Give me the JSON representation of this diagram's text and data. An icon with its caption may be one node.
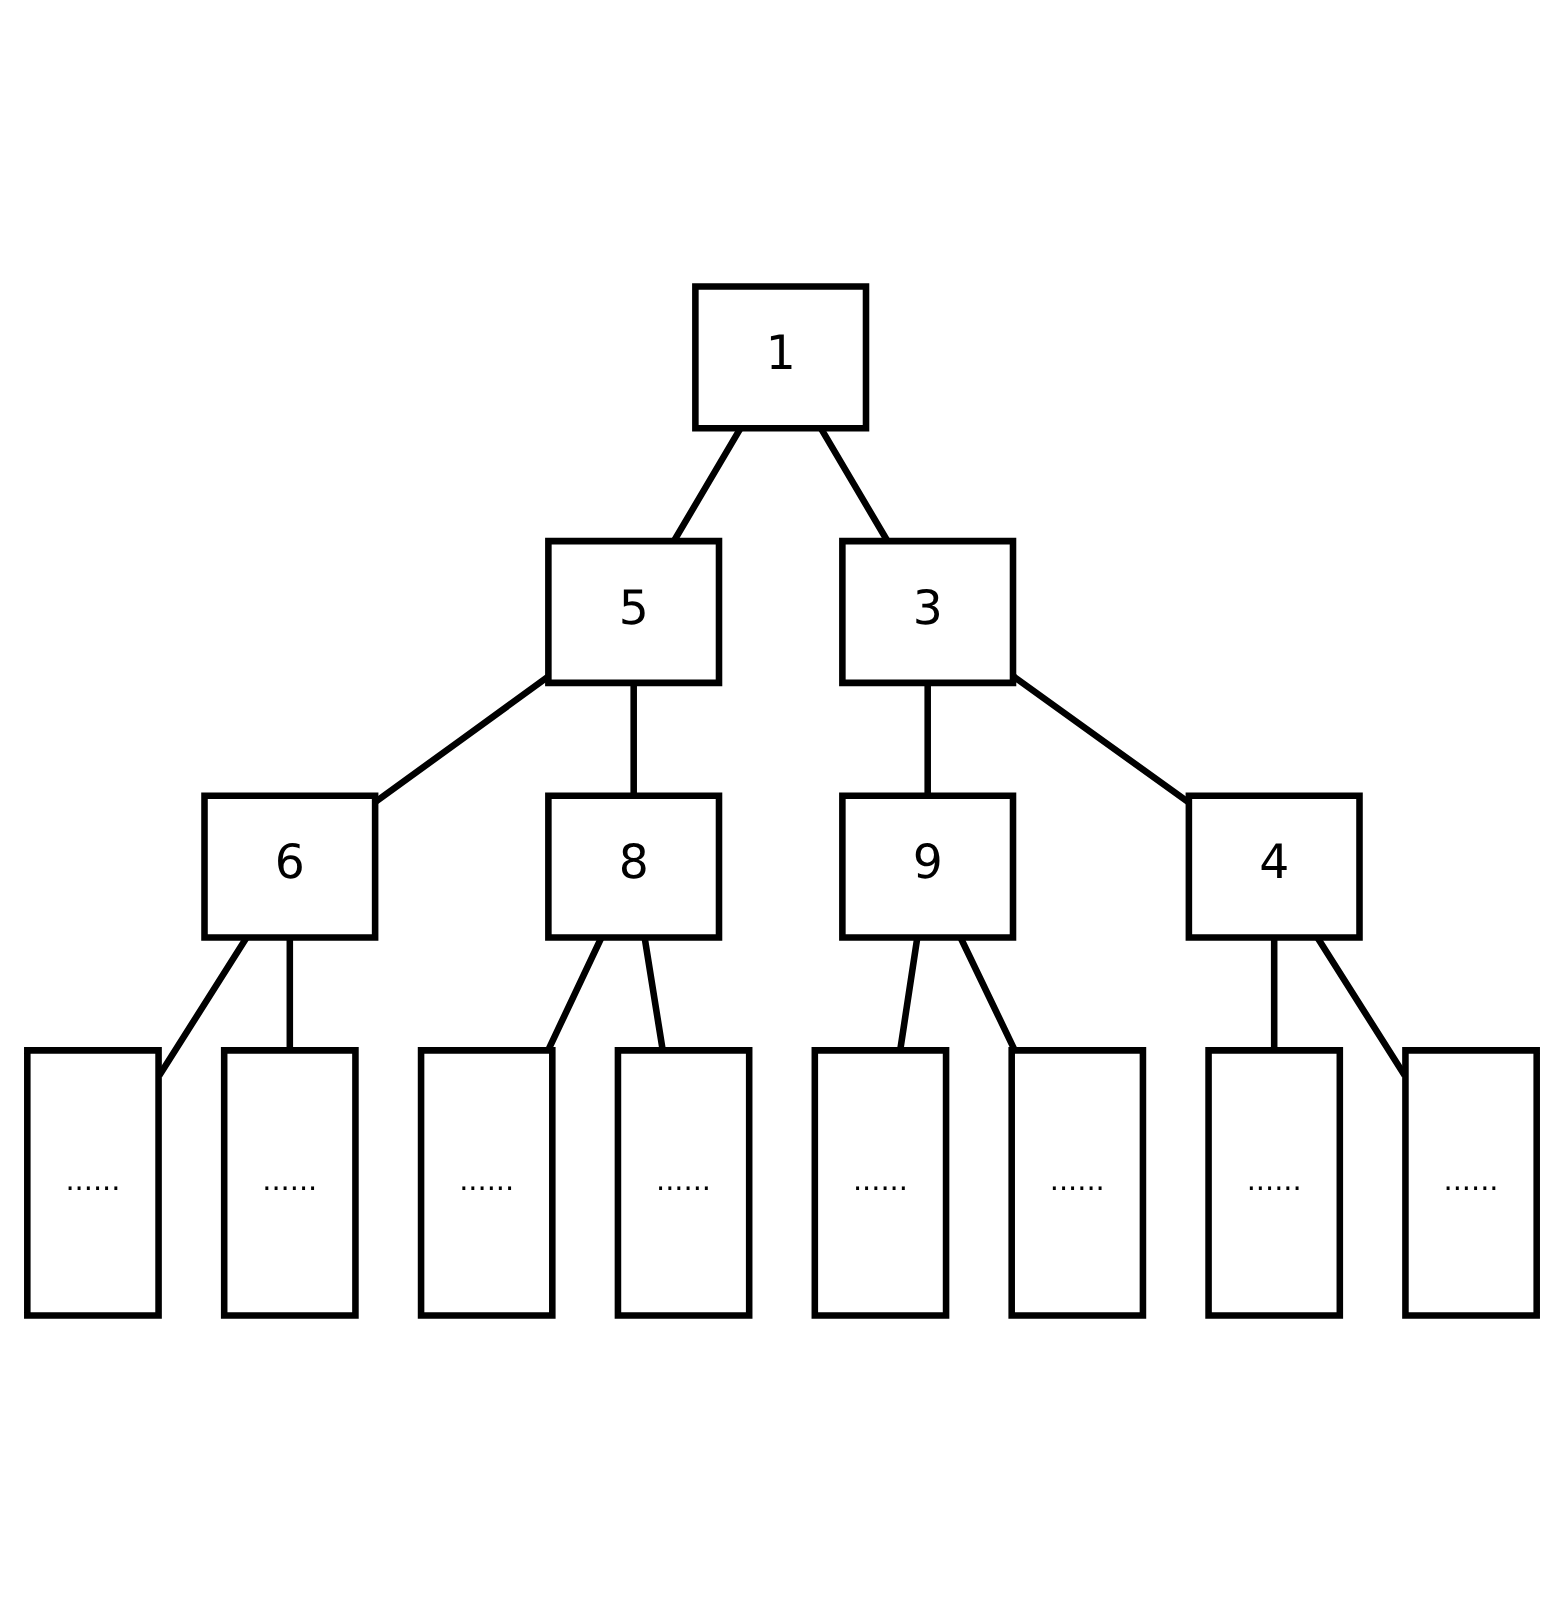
{
  "diagram": {
    "nodes": [
      {
        "text": [
          "1"
        ]
      },
      {
        "text": [
          "5"
        ]
      },
      {
        "text": [
          "3"
        ]
      },
      {
        "text": [
          "6"
        ]
      },
      {
        "text": [
          "8"
        ]
      },
      {
        "text": [
          "9"
        ]
      },
      {
        "text": [
          "4"
        ]
      },
      {
        "text": [
          "......"
        ]
      },
      {
        "text": [
          "......"
        ]
      },
      {
        "text": [
          "......"
        ]
      },
      {
        "text": [
          "......"
        ]
      },
      {
        "text": [
          "......"
        ]
      },
      {
        "text": [
          "......"
        ]
      },
      {
        "text": [
          "......"
        ]
      },
      {
        "text": [
          "......"
        ]
      }
    ],
    "edges": [
      {
        "from": 0,
        "to": 1,
        "arrow": "none"
      },
      {
        "from": 0,
        "to": 2,
        "arrow": "none"
      },
      {
        "from": 1,
        "to": 3,
        "arrow": "none"
      },
      {
        "from": 1,
        "to": 4,
        "arrow": "none"
      },
      {
        "from": 2,
        "to": 5,
        "arrow": "none"
      },
      {
        "from": 2,
        "to": 6,
        "arrow": "none"
      },
      {
        "from": 3,
        "to": 7,
        "arrow": "none"
      },
      {
        "from": 3,
        "to": 8,
        "arrow": "none"
      },
      {
        "from": 4,
        "to": 9,
        "arrow": "none"
      },
      {
        "from": 4,
        "to": 10,
        "arrow": "none"
      },
      {
        "from": 5,
        "to": 11,
        "arrow": "none"
      },
      {
        "from": 5,
        "to": 12,
        "arrow": "none"
      },
      {
        "from": 6,
        "to": 13,
        "arrow": "none"
      },
      {
        "from": 6,
        "to": 14,
        "arrow": "none"
      }
    ]
  }
}
